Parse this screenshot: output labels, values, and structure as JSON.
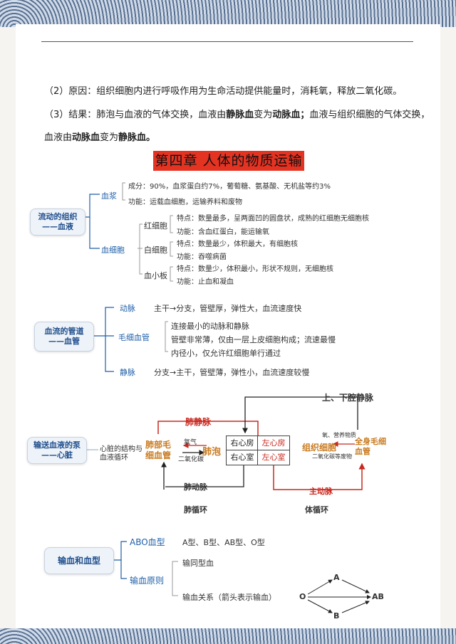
{
  "para1": "（2）原因：组织细胞内进行呼吸作用为生命活动提供能量时，消耗氧，释放二氧化碳。",
  "para2_a": "（3）结果：肺泡与血液的气体交换，血液由",
  "para2_b": "静脉血",
  "para2_c": "变为",
  "para2_d": "动脉血；",
  "para2_e": "血液与组织细胞的气体交换，",
  "para3_a": "血液由",
  "para3_b": "动脉血",
  "para3_c": "变为",
  "para3_d": "静脉血。",
  "chapter": "第四章 人体的物质运输",
  "blood": {
    "root": "流动的组织——血液",
    "plasma": "血浆",
    "plasma_comp": "成分：90%，血浆蛋白约7%，葡萄糖、氨基酸、无机盐等约3%",
    "plasma_func": "功能：运载血细胞，运输养料和废物",
    "cells": "血细胞",
    "rbc": "红细胞",
    "rbc_feat": "特点：数量最多，呈两面凹的圆盘状，成熟的红细胞无细胞核",
    "rbc_func": "功能：含血红蛋白，能运输氧",
    "wbc": "白细胞",
    "wbc_feat": "特点：数量最少，体积最大，有细胞核",
    "wbc_func": "功能：吞噬病菌",
    "plt": "血小板",
    "plt_feat": "特点：数量少，体积最小，形状不规则，无细胞核",
    "plt_func": "功能：止血和凝血"
  },
  "vessels": {
    "root": "血流的管道——血管",
    "artery": "动脉",
    "artery_desc": "主干→分支，管壁厚，弹性大，血流速度快",
    "capillary": "毛细血管",
    "cap_1": "连接最小的动脉和静脉",
    "cap_2": "管壁非常薄，仅由一层上皮细胞构成；流速最慢",
    "cap_3": "内径小，仅允许红细胞单行通过",
    "vein": "静脉",
    "vein_desc": "分支→主干，管壁薄，弹性小，血流速度较慢"
  },
  "heart": {
    "root": "输送血液的泵——心脏",
    "sub": "心脏的结构与血液循环",
    "pulm_vein": "肺静脉",
    "pulm_cap": "肺部毛细血管",
    "o2": "氧气",
    "co2": "二氧化碳",
    "alveoli": "肺泡",
    "ra": "右心房",
    "la": "左心房",
    "rv": "右心室",
    "lv": "左心室",
    "pulm_artery": "肺动脉",
    "vena_cava": "上、下腔静脉",
    "nutrients": "氧、营养物质",
    "tissue": "组织细胞",
    "body_cap": "全身毛细血管",
    "co2_waste": "二氧化碳等废物",
    "aorta": "主动脉",
    "pulm_circ": "肺循环",
    "sys_circ": "体循环"
  },
  "transfusion": {
    "root": "输血和血型",
    "abo": "ABO血型",
    "types": "A型、B型、AB型、O型",
    "principle": "输血原则",
    "same": "输同型血",
    "relation": "输血关系（箭头表示输血）",
    "o": "O",
    "a": "A",
    "b": "B",
    "ab": "AB"
  }
}
